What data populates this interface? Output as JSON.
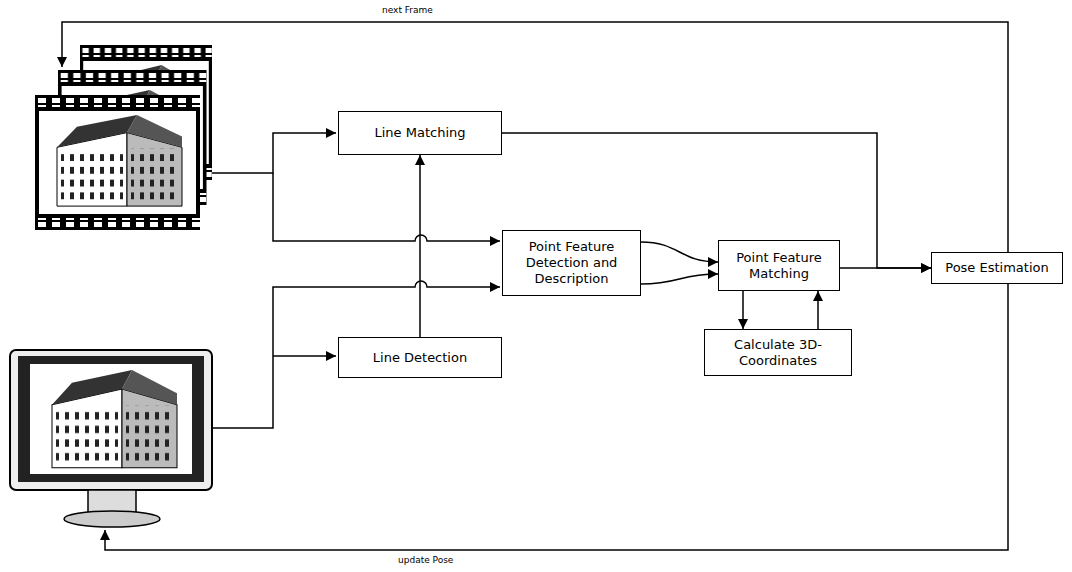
{
  "diagram": {
    "nodes": [
      {
        "text": [
          "Line Matching"
        ]
      },
      {
        "text": [
          "Point Feature Detection and Description"
        ]
      },
      {
        "text": [
          "Point Feature Matching"
        ]
      },
      {
        "text": [
          "Calculate 3D-Coordinates"
        ]
      },
      {
        "text": [
          "Pose Estimation"
        ]
      },
      {
        "text": [
          "Line Detection"
        ]
      }
    ],
    "edges": [
      {
        "from": 5,
        "to": 0,
        "arrow": "to"
      },
      {
        "from": 1,
        "to": 2,
        "arrow": "to"
      },
      {
        "from": 1,
        "to": 2,
        "arrow": "to"
      },
      {
        "from": 2,
        "to": 3,
        "arrow": "to"
      },
      {
        "from": 3,
        "to": 2,
        "arrow": "to"
      },
      {
        "from": 2,
        "to": 4,
        "arrow": "to"
      },
      {
        "from": 0,
        "to": 4,
        "arrow": "to"
      }
    ],
    "labels": [
      "next Frame",
      "update Pose"
    ]
  }
}
